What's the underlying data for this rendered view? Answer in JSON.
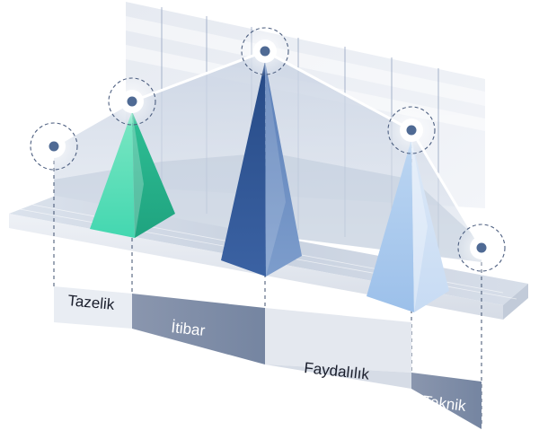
{
  "segments": [
    {
      "label": "Tazelik",
      "text_color": "#1a1e2c"
    },
    {
      "label": "İtibar",
      "text_color": "#ffffff"
    },
    {
      "label": "Faydalılık",
      "text_color": "#1a1e2c"
    },
    {
      "label": "Teknik",
      "text_color": "#ffffff"
    }
  ],
  "pyramids": [
    {
      "name": "tazelik-pyramid",
      "color": "#2fd2a2"
    },
    {
      "name": "itibar-pyramid",
      "color": "#1e3f7a"
    },
    {
      "name": "faydalilik-pyramid",
      "color": "#9ec3ec"
    }
  ],
  "colors": {
    "strip_dark": "#7e8ba6",
    "strip_light": "#e7ebf2",
    "marker_dot": "#4f6a94",
    "line": "#ffffff"
  }
}
